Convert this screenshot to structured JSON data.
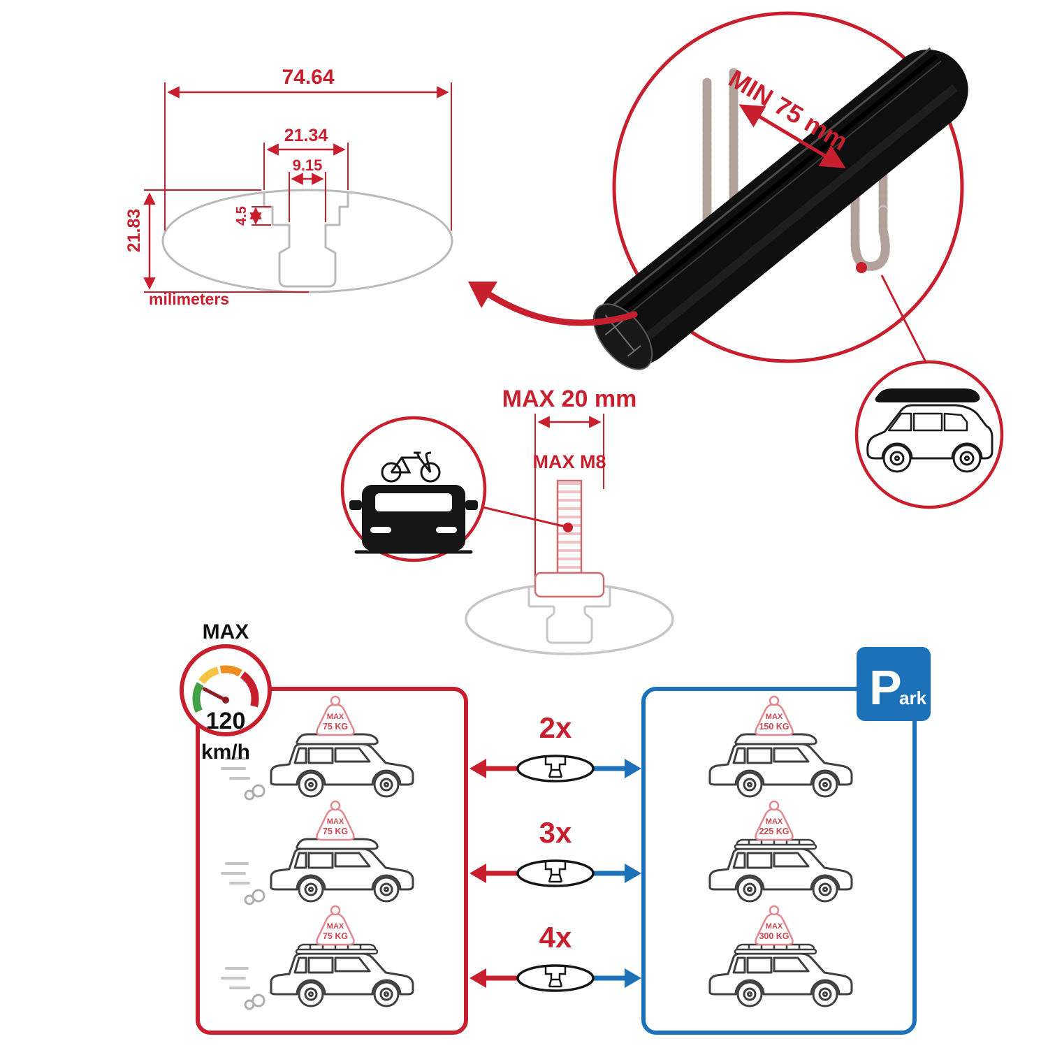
{
  "profile_dimensions": {
    "total_width": "74.64",
    "channel_width": "21.34",
    "slot_width": "9.15",
    "lip_depth": "4.5",
    "total_height": "21.83",
    "units": "milimeters"
  },
  "clamp": {
    "min_span": "MIN 75 mm"
  },
  "bolt": {
    "max_width": "MAX 20 mm",
    "max_thread": "MAX M8"
  },
  "speed": {
    "label": "MAX",
    "value": "120",
    "unit": "km/h"
  },
  "panels": {
    "driving": {
      "cars": [
        {
          "badge_line1": "MAX",
          "badge_line2": "75 KG"
        },
        {
          "badge_line1": "MAX",
          "badge_line2": "75 KG"
        },
        {
          "badge_line1": "MAX",
          "badge_line2": "75 KG"
        }
      ]
    },
    "parked": {
      "sign_p": "P",
      "sign_suffix": "ark",
      "cars": [
        {
          "badge_line1": "MAX",
          "badge_line2": "150 KG"
        },
        {
          "badge_line1": "MAX",
          "badge_line2": "225 KG"
        },
        {
          "badge_line1": "MAX",
          "badge_line2": "300 KG"
        }
      ]
    },
    "multipliers": [
      {
        "label": "2x"
      },
      {
        "label": "3x"
      },
      {
        "label": "4x"
      }
    ]
  },
  "colors": {
    "red": "#c71f2d",
    "blue": "#1d71b8"
  }
}
